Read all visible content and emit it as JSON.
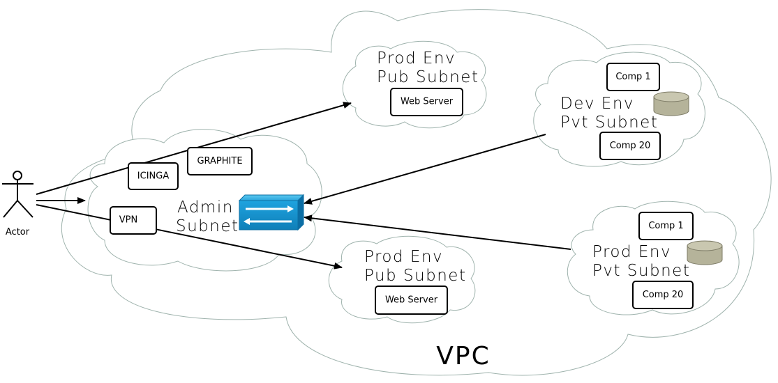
{
  "actor": {
    "label": "Actor"
  },
  "vpc": {
    "label": "VPC"
  },
  "admin_subnet": {
    "title_line1": "Admin",
    "title_line2": "Subnet",
    "icinga": "ICINGA",
    "graphite": "GRAPHITE",
    "vpn": "VPN"
  },
  "prod_pub_top": {
    "title_line1": "Prod Env",
    "title_line2": "Pub Subnet",
    "server": "Web Server"
  },
  "prod_pub_bottom": {
    "title_line1": "Prod Env",
    "title_line2": "Pub Subnet",
    "server": "Web Server"
  },
  "dev_pvt": {
    "title_line1": "Dev Env",
    "title_line2": "Pvt Subnet",
    "comp_first": "Comp 1",
    "comp_last": "Comp 20"
  },
  "prod_pvt": {
    "title_line1": "Prod Env",
    "title_line2": "Pvt Subnet",
    "comp_first": "Comp 1",
    "comp_last": "Comp 20"
  },
  "colors": {
    "cloud_stroke": "#9fb3ad",
    "switch_blue": "#1a9fd9",
    "database": "#b5b39a"
  }
}
